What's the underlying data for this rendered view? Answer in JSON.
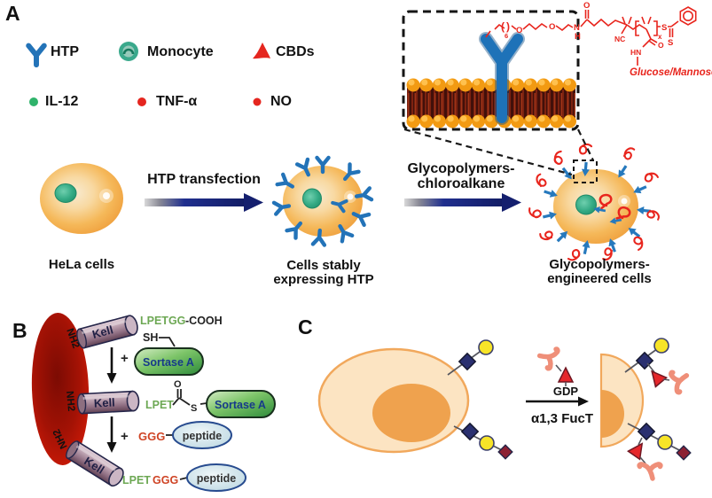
{
  "panel_labels": {
    "a": "A",
    "b": "B",
    "c": "C"
  },
  "legend": {
    "htp": "HTP",
    "monocyte": "Monocyte",
    "cbds": "CBDs",
    "il12": "IL-12",
    "tnf": "TNF-α",
    "no": "NO"
  },
  "flow": {
    "hela_caption": "HeLa cells",
    "arrow1_label": "HTP transfection",
    "cell2_caption_1": "Cells stably",
    "cell2_caption_2": "expressing HTP",
    "arrow2_label_1": "Glycopolymers-",
    "arrow2_label_2": "chloroalkane",
    "cell3_caption_1": "Glycopolymers-",
    "cell3_caption_2": "engineered cells"
  },
  "inset": {
    "glucose_mannose": "Glucose/Mannose",
    "atoms": {
      "paren_l": "(",
      "paren_r": ")",
      "six": "6",
      "o1": "O",
      "o2": "O",
      "n": "N",
      "h": "H",
      "o3": "O",
      "nc": "NC",
      "x": "x",
      "s1": "S",
      "s2": "S",
      "hn": "HN",
      "o4": "O"
    }
  },
  "panel_b": {
    "nh2_1": "NH2",
    "nh2_2": "NH2",
    "nh2_3": "NH2",
    "kell_1": "Kell",
    "kell_2": "Kell",
    "kell_3": "Kell",
    "lpetgg": "LPETGG",
    "cooh": "-COOH",
    "sh": "SH",
    "plus_1": "+",
    "sortase_1": "Sortase A",
    "lpet_2": "LPET",
    "o_thio": "O",
    "s_thio": "S",
    "sortase_2": "Sortase A",
    "plus_2": "+",
    "ggg_2": "GGG",
    "peptide_1": "peptide",
    "lpet_3": "LPET",
    "ggg_3": "GGG",
    "peptide_2": "peptide"
  },
  "panel_c": {
    "gdp": "GDP",
    "fuct": "α1,3 FucT"
  },
  "colors": {
    "htp_blue": "#2373b8",
    "monocyte_teal": "#3aa98c",
    "cbd_red": "#e5261f",
    "il12_green": "#2fb36b",
    "cytokine_red": "#e5261f",
    "arrow_navy": "#1b2a86",
    "cell_orange": "#f2a843",
    "nucleus_teal": "#2fae89",
    "rbc_red": "#c41306",
    "kell_mauve": "#9a7990",
    "sortase_green": "#4f9d4a",
    "peptide_blue": "#cfe2ea",
    "glycan_navy": "#2a3070",
    "glycan_yellow": "#f7e428",
    "glycan_maroon": "#8c2133",
    "fucose_red": "#e5272b",
    "enzyme_salmon": "#f0917c",
    "polymer_red": "#e8251d"
  }
}
